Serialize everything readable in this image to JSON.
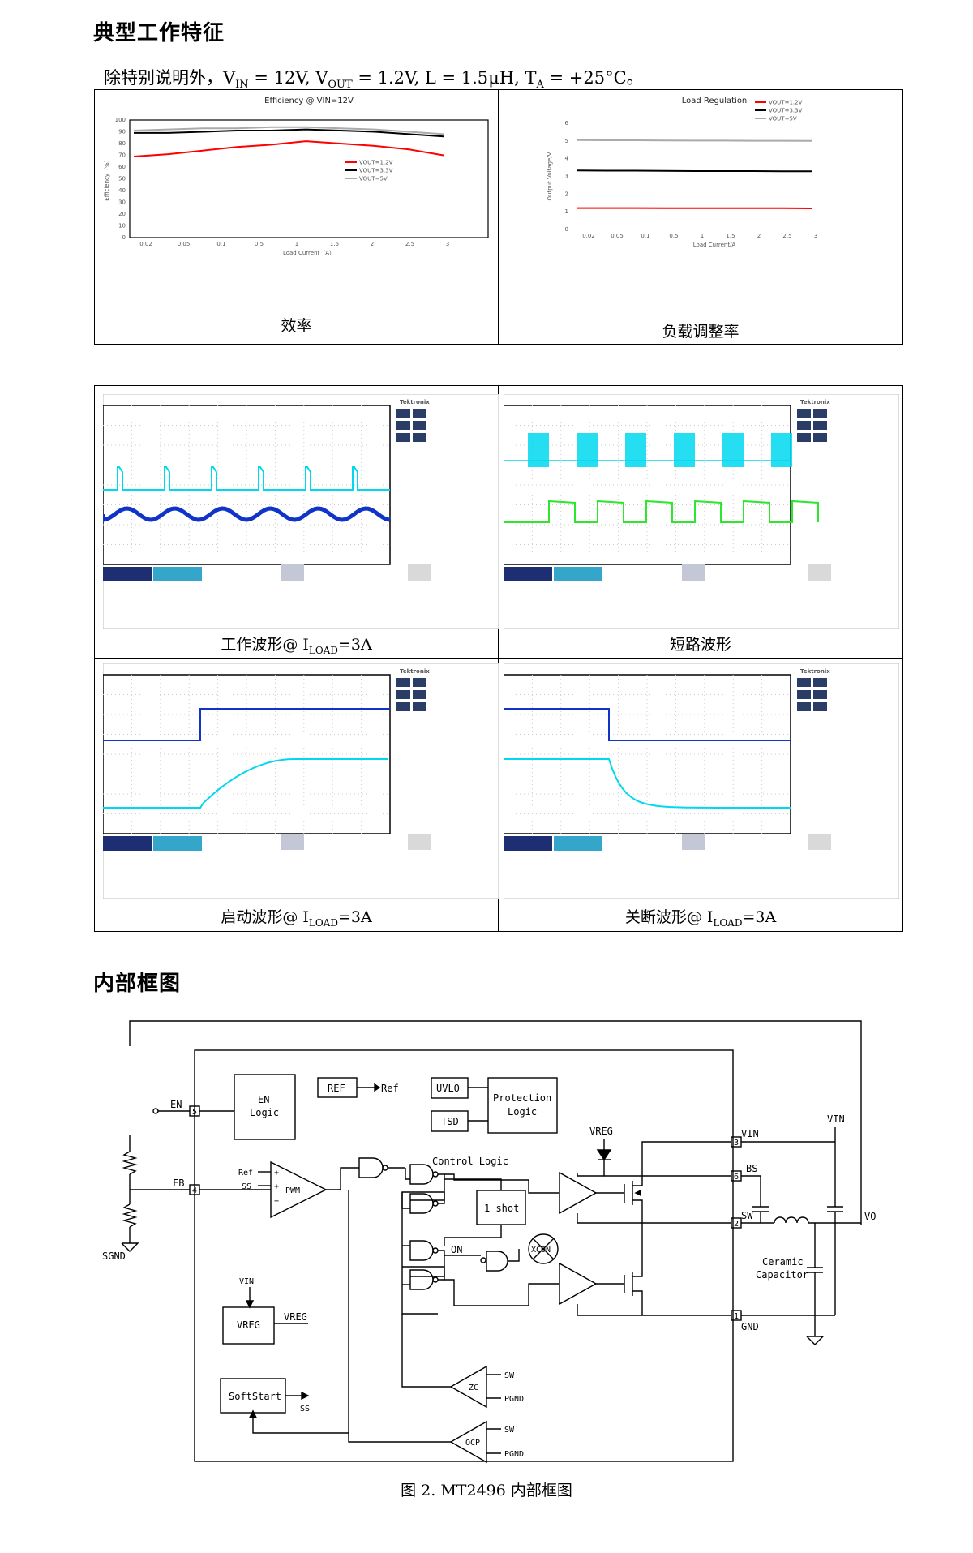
{
  "section1_title": "典型工作特征",
  "conditions": {
    "prefix": "除特别说明外，",
    "vin": "V",
    "vin_sub": "IN",
    "vin_val": " = 12V, ",
    "vout": "V",
    "vout_sub": "OUT",
    "vout_val": " = 1.2V, L = 1.5μH, T",
    "ta_sub": "A",
    "ta_val": " = +25°C。"
  },
  "captions": {
    "efficiency": "效率",
    "load_reg": "负载调整率",
    "operating": "工作波形@ I",
    "short": "短路波形",
    "startup": "启动波形@ I",
    "shutdown": "关断波形@ I",
    "load_sub": "LOAD",
    "load_val": "=3A"
  },
  "chart_data": [
    {
      "type": "line",
      "title": "Efficiency @ VIN=12V",
      "xlabel": "Load Current（A）",
      "ylabel": "Efficiency（%）",
      "categories": [
        "0.02",
        "0.05",
        "0.1",
        "0.5",
        "1",
        "1.5",
        "2",
        "2.5",
        "3"
      ],
      "ylim": [
        0,
        100
      ],
      "yticks": [
        0,
        10,
        20,
        30,
        40,
        50,
        60,
        70,
        80,
        90,
        100
      ],
      "legend_position": "right-middle",
      "series": [
        {
          "name": "VOUT=1.2V",
          "color": "#ff0000",
          "values": [
            69,
            71,
            74,
            77,
            79,
            82,
            80,
            78,
            75,
            70
          ]
        },
        {
          "name": "VOUT=3.3V",
          "color": "#000000",
          "values": [
            89,
            89,
            90,
            91,
            91,
            92,
            91,
            90,
            88,
            86
          ]
        },
        {
          "name": "VOUT=5V",
          "color": "#aaaaaa",
          "values": [
            91,
            92,
            93,
            93,
            94,
            94,
            93,
            92,
            90,
            88
          ]
        }
      ]
    },
    {
      "type": "line",
      "title": "Load Regulation",
      "xlabel": "Load Current/A",
      "ylabel": "Output Voltage/V",
      "categories": [
        "0.02",
        "0.05",
        "0.1",
        "0.5",
        "1",
        "1.5",
        "2",
        "2.5",
        "3"
      ],
      "ylim": [
        0,
        6
      ],
      "yticks": [
        0,
        1,
        2,
        3,
        4,
        5,
        6
      ],
      "legend_position": "top-right",
      "series": [
        {
          "name": "VOUT=1.2V",
          "color": "#ff0000",
          "values": [
            1.21,
            1.21,
            1.21,
            1.2,
            1.2,
            1.2,
            1.2,
            1.2,
            1.19
          ]
        },
        {
          "name": "VOUT=3.3V",
          "color": "#000000",
          "values": [
            3.33,
            3.32,
            3.32,
            3.31,
            3.3,
            3.3,
            3.3,
            3.29,
            3.29
          ]
        },
        {
          "name": "VOUT=5V",
          "color": "#aaaaaa",
          "values": [
            5.05,
            5.04,
            5.04,
            5.03,
            5.02,
            5.02,
            5.01,
            5.01,
            5.0
          ]
        }
      ]
    }
  ],
  "scope_brand": "Tektronix",
  "section2_title": "内部框图",
  "block": {
    "en": "EN",
    "en_logic_1": "EN",
    "en_logic_2": "Logic",
    "ref": "REF",
    "ref_out": "Ref",
    "uvlo": "UVLO",
    "tsd": "TSD",
    "prot_1": "Protection",
    "prot_2": "Logic",
    "fb": "FB",
    "sgnd": "SGND",
    "ref_in": "Ref",
    "ss_in": "SS",
    "pwm": "PWM",
    "control_logic": "Control Logic",
    "one_shot": "1 shot",
    "on": "ON",
    "xcon": "XCON",
    "vreg_top": "VREG",
    "vin_lbl": "VIN",
    "bs": "BS",
    "sw": "SW",
    "gnd": "GND",
    "vin_ext": "VIN",
    "vo": "VO",
    "ceramic_1": "Ceramic",
    "ceramic_2": "Capacitor",
    "vin_small": "VIN",
    "vreg_block": "VREG",
    "vreg_out": "VREG",
    "zc": "ZC",
    "zc_sw": "SW",
    "zc_pgnd": "PGND",
    "softstart": "SoftStart",
    "ss_out": "SS",
    "ocp": "OCP",
    "ocp_sw": "SW",
    "ocp_pgnd": "PGND",
    "pins": {
      "p5": "5",
      "p4": "4",
      "p3": "3",
      "p6": "6",
      "p2": "2",
      "p1": "1"
    }
  },
  "figure_caption": "图 2. MT2496  内部框图"
}
